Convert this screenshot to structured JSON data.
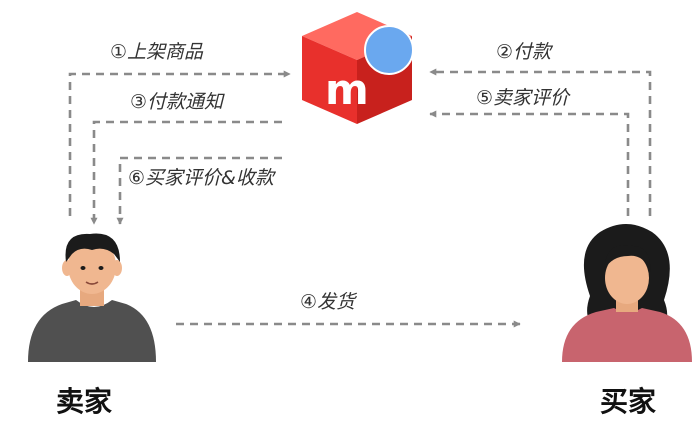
{
  "steps": {
    "s1": "①上架商品",
    "s2": "②付款",
    "s3": "③付款通知",
    "s4": "④发货",
    "s5": "⑤卖家评价",
    "s6": "⑥买家评价&收款"
  },
  "actors": {
    "seller": "卖家",
    "buyer": "买家"
  },
  "platform": {
    "logo_letter": "m",
    "logo_color": "#e8302c",
    "badge_color": "#6aa8ef"
  },
  "colors": {
    "arrow": "#8a8a8a",
    "seller_shirt": "#505050",
    "buyer_shirt": "#c8646e",
    "skin": "#f0b790",
    "hair": "#1b1b1b"
  }
}
